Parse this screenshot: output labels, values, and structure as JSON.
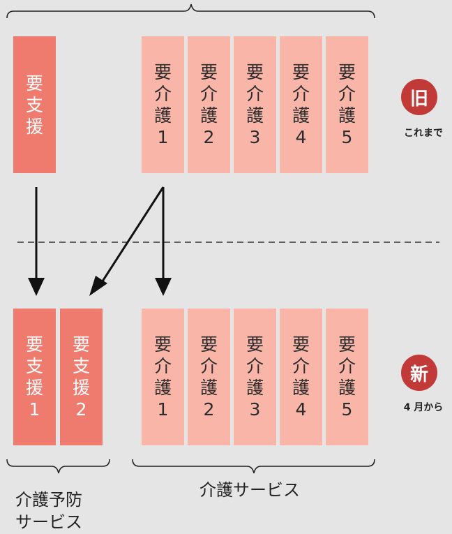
{
  "old_state": {
    "support_box": {
      "chars": [
        "要",
        "支",
        "援"
      ]
    },
    "care_boxes": [
      {
        "chars": [
          "要",
          "介",
          "護",
          "1"
        ]
      },
      {
        "chars": [
          "要",
          "介",
          "護",
          "2"
        ]
      },
      {
        "chars": [
          "要",
          "介",
          "護",
          "3"
        ]
      },
      {
        "chars": [
          "要",
          "介",
          "護",
          "4"
        ]
      },
      {
        "chars": [
          "要",
          "介",
          "護",
          "5"
        ]
      }
    ],
    "badge": {
      "label": "旧",
      "caption": "これまで",
      "color": "#c23a38"
    }
  },
  "new_state": {
    "support_boxes": [
      {
        "chars": [
          "要",
          "支",
          "援",
          "1"
        ]
      },
      {
        "chars": [
          "要",
          "支",
          "援",
          "2"
        ]
      }
    ],
    "care_boxes": [
      {
        "chars": [
          "要",
          "介",
          "護",
          "1"
        ]
      },
      {
        "chars": [
          "要",
          "介",
          "護",
          "2"
        ]
      },
      {
        "chars": [
          "要",
          "介",
          "護",
          "3"
        ]
      },
      {
        "chars": [
          "要",
          "介",
          "護",
          "4"
        ]
      },
      {
        "chars": [
          "要",
          "介",
          "護",
          "5"
        ]
      }
    ],
    "badge": {
      "label": "新",
      "caption": "4 月から",
      "color": "#c23a38"
    }
  },
  "labels": {
    "prevention_service": [
      "介護予防",
      "サービス"
    ],
    "care_service": "介護サービス"
  },
  "colors": {
    "support_fill": "#ef7b6e",
    "care_fill": "#f9b6a8",
    "background": "#e5e5e6"
  }
}
